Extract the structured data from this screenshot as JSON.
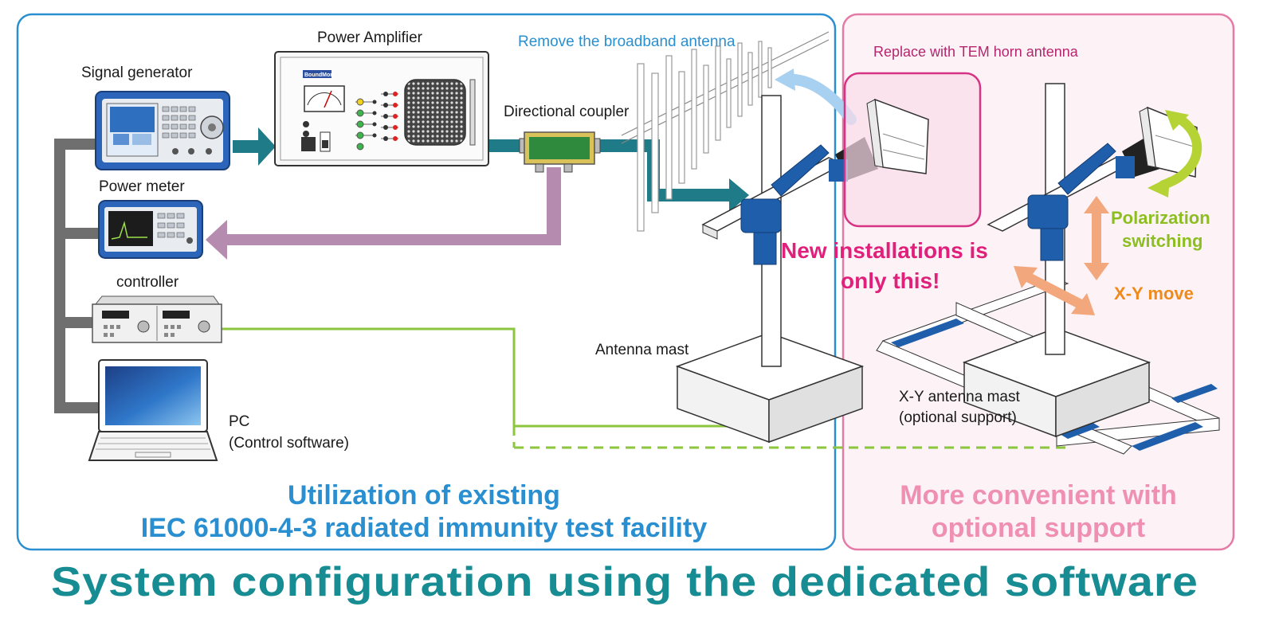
{
  "labels": {
    "power_amplifier": "Power Amplifier",
    "signal_generator": "Signal generator",
    "power_meter": "Power meter",
    "controller": "controller",
    "pc_line1": "PC",
    "pc_line2": "(Control software)",
    "directional_coupler": "Directional coupler",
    "remove_antenna": "Remove the broadband antenna",
    "replace_antenna": "Replace with TEM horn antenna",
    "new_install_line1": "New installations is",
    "new_install_line2": "only this!",
    "antenna_mast": "Antenna mast",
    "xy_mast_line1": "X-Y antenna mast",
    "xy_mast_line2": "(optional support)",
    "polarization_line1": "Polarization",
    "polarization_line2": "switching",
    "xy_move": "X-Y move",
    "amp_brand": "BoundMon"
  },
  "panels": {
    "left_caption_line1": "Utilization of existing",
    "left_caption_line2": "IEC 61000-4-3 radiated immunity test facility",
    "right_caption_line1": "More convenient with",
    "right_caption_line2": "optional support"
  },
  "title": "System configuration using the dedicated software",
  "colors": {
    "left_panel_border": "#2a8fd0",
    "right_panel_border": "#e57aa6",
    "right_panel_fill": "#fdf3f7",
    "teal_path": "#1f7b87",
    "purple_path": "#b68bb0",
    "green_line": "#8cc63f",
    "mast_blue": "#1f5eab",
    "title": "#178c92"
  }
}
